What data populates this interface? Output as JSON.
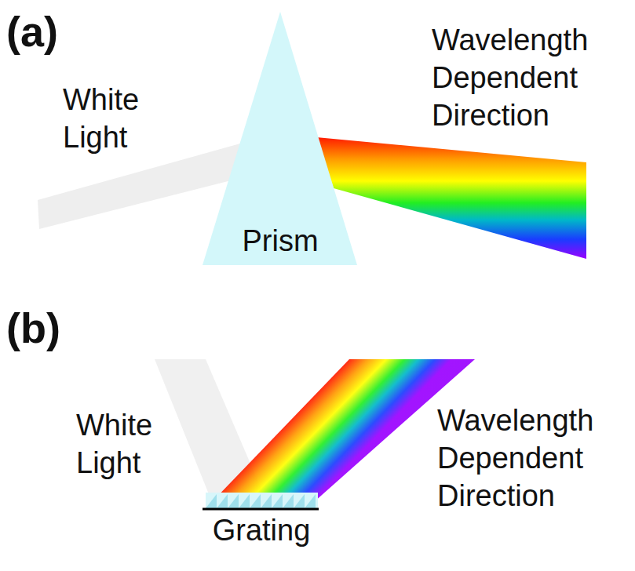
{
  "diagram": {
    "nodes": [
      {
        "text": [
          "Prism"
        ]
      }
    ],
    "labels": [
      "(a)",
      "White Light",
      "Wavelength Dependent Direction",
      "(b)",
      "White Light",
      "Wavelength Dependent Direction",
      "Grating"
    ]
  }
}
